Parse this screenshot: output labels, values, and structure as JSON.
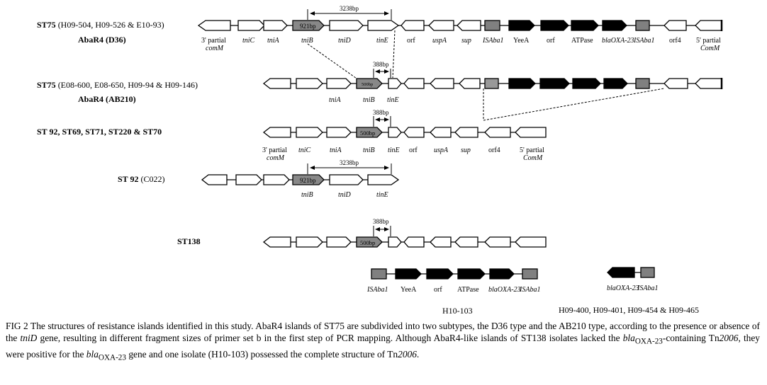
{
  "rows": {
    "r1": {
      "label_a_strain": "ST75",
      "label_a_isolates": "(H09-504, H09-526 & E10-93)",
      "label_b": "AbaR4 (D36)",
      "bracket": "3238bp",
      "box": "921bp",
      "genes_below": [
        "3' partial",
        "comM",
        "tniC",
        "tniA",
        "tniB",
        "tniD",
        "tinE",
        "orf",
        "uspA",
        "sup",
        "ISAba1",
        "YeeA",
        "orf",
        "ATPase",
        "blaOXA-23",
        "ISAba1",
        "orf4",
        "5' partial",
        "ComM"
      ]
    },
    "r2": {
      "label_a_strain": "ST75",
      "label_a_isolates": "(E08-600, E08-650, H09-94 & H09-146)",
      "label_b": "AbaR4 (AB210)",
      "bracket": "388bp",
      "box": "500bp",
      "genes_below": [
        "tniA",
        "tniB",
        "tinE"
      ]
    },
    "r3": {
      "label": "ST 92, ST69, ST71, ST220 & ST70",
      "bracket": "388bp",
      "box": "500bp",
      "genes_below": [
        "3' partial",
        "comM",
        "tniC",
        "tniA",
        "tniB",
        "tinE",
        "orf",
        "uspA",
        "sup",
        "orf4",
        "5' partial",
        "ComM"
      ]
    },
    "r4": {
      "label_strain": "ST 92",
      "label_isolate": "(C022)",
      "bracket": "3238bp",
      "box": "921bp",
      "genes_below": [
        "tniB",
        "tniD",
        "tinE"
      ]
    },
    "r5": {
      "label": "ST138",
      "bracket": "388bp",
      "box": "500bp"
    }
  },
  "tn2006": {
    "left": {
      "genes": [
        "ISAba1",
        "YeeA",
        "orf",
        "ATPase",
        "blaOXA-23",
        "ISAba1"
      ],
      "isolate": "H10-103"
    },
    "right": {
      "genes": [
        "blaOXA-23",
        "ISAba1"
      ],
      "isolates": "H09-400, H09-401, H09-454 & H09-465"
    }
  },
  "caption": {
    "fig": "FIG 2",
    "s1": "The structures of resistance islands identified in this study. AbaR4 islands of ST75 are subdivided into two subtypes, the D36 type and the AB210 type, according to the presence or absence of the",
    "s1_gene": "tniD",
    "s2": "gene, resulting in different fragment sizes of primer set b in the first step of PCR mapping. Although AbaR4-like islands of ST138 isolates lacked the",
    "bla": "bla",
    "oxa": "OXA-23",
    "s3": "-containing Tn",
    "tn": "2006",
    "s4": ", they were positive for the",
    "s5": "gene and one isolate (H10-103) possessed the complete structure of Tn",
    "s6": "."
  },
  "colors": {
    "black_gene": "#000000",
    "grey_is": "#808080",
    "grey_box": "#8a8a8a",
    "outline": "#000000"
  }
}
